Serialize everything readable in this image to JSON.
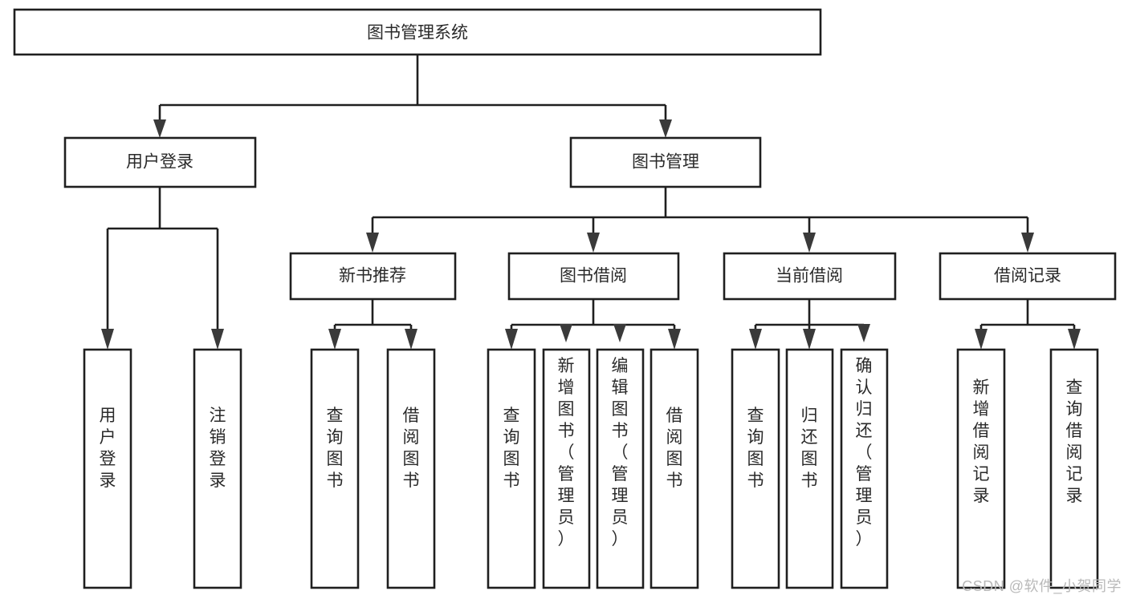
{
  "diagram": {
    "type": "tree-hierarchy-chart",
    "title": "图书管理系统",
    "orientation": "top-down",
    "watermark": "CSDN @软件_小贺同学",
    "level1": [
      {
        "id": "root",
        "label": "图书管理系统"
      }
    ],
    "level2": [
      {
        "id": "user-login",
        "label": "用户登录",
        "parent": "root"
      },
      {
        "id": "book-manage",
        "label": "图书管理",
        "parent": "root"
      }
    ],
    "level3": [
      {
        "id": "new-book-rec",
        "label": "新书推荐",
        "parent": "book-manage"
      },
      {
        "id": "book-borrow",
        "label": "图书借阅",
        "parent": "book-manage"
      },
      {
        "id": "current-borrow",
        "label": "当前借阅",
        "parent": "book-manage"
      },
      {
        "id": "borrow-record",
        "label": "借阅记录",
        "parent": "book-manage"
      }
    ],
    "leaves": [
      {
        "id": "leaf-user-login",
        "label": "用户登录",
        "parent": "user-login",
        "tall": false
      },
      {
        "id": "leaf-logout-login",
        "label": "注销登录",
        "parent": "user-login",
        "tall": false
      },
      {
        "id": "leaf-query-book-1",
        "label": "查询图书",
        "parent": "new-book-rec",
        "tall": false
      },
      {
        "id": "leaf-borrow-book-1",
        "label": "借阅图书",
        "parent": "new-book-rec",
        "tall": false
      },
      {
        "id": "leaf-query-book-2",
        "label": "查询图书",
        "parent": "book-borrow",
        "tall": false
      },
      {
        "id": "leaf-add-book",
        "label": "新增图书（管理员）",
        "parent": "book-borrow",
        "tall": true
      },
      {
        "id": "leaf-edit-book",
        "label": "编辑图书（管理员）",
        "parent": "book-borrow",
        "tall": true
      },
      {
        "id": "leaf-borrow-book-2",
        "label": "借阅图书",
        "parent": "book-borrow",
        "tall": false
      },
      {
        "id": "leaf-query-book-3",
        "label": "查询图书",
        "parent": "current-borrow",
        "tall": false
      },
      {
        "id": "leaf-return-book",
        "label": "归还图书",
        "parent": "current-borrow",
        "tall": false
      },
      {
        "id": "leaf-confirm-return",
        "label": "确认归还（管理员）",
        "parent": "current-borrow",
        "tall": true
      },
      {
        "id": "leaf-add-record",
        "label": "新增借阅记录",
        "parent": "borrow-record",
        "tall": false
      },
      {
        "id": "leaf-query-record",
        "label": "查询借阅记录",
        "parent": "borrow-record",
        "tall": false
      }
    ],
    "colors": {
      "box_stroke": "#1f1f1f",
      "box_fill": "#ffffff",
      "connector": "#1f1f1f",
      "text": "#2a2a2a",
      "watermark": "#b9b9b9",
      "background": "#ffffff"
    }
  }
}
